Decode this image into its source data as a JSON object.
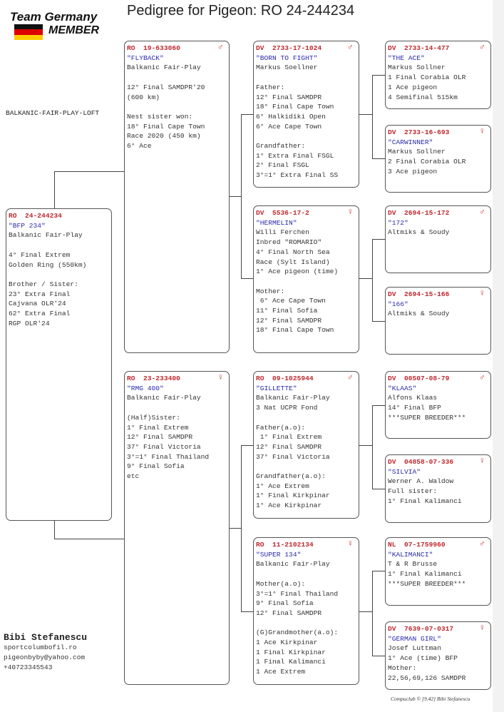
{
  "header": {
    "logo_line1": "Team Germany",
    "logo_line2": "MEMBER",
    "title": "Pedigree for Pigeon: RO  24-244234",
    "loft": "BALKANIC-FAIR-PLAY-LOFT"
  },
  "colors": {
    "ring": "#c0282e",
    "name": "#2a2ab0",
    "text": "#333333"
  },
  "pigeons": [
    {
      "ring": "RO  24-244234",
      "sex": "",
      "name": "\"BFP 234\"",
      "lines": [
        "Balkanic Fair-Play",
        "",
        "4° Final Extrem",
        "Golden Ring (550km)",
        "",
        "Brother / Sister:",
        "23° Extra Final",
        "Cajvana OLR'24",
        "62° Extra Final",
        "RGP OLR'24"
      ]
    },
    {
      "ring": "RO  19-633060",
      "sex": "♂",
      "name": "\"FLYBACK\"",
      "lines": [
        "Balkanic Fair-Play",
        "",
        "12° Final SAMDPR'20",
        "(600 km)",
        "",
        "Nest sister won:",
        "18° Final Cape Town",
        "Race 2020 (450 km)",
        "6° Ace"
      ]
    },
    {
      "ring": "RO  23-233400",
      "sex": "♀",
      "name": "\"RMG 400\"",
      "lines": [
        "Balkanic Fair-Play",
        "",
        "(Half)Sister:",
        "1° Final Extrem",
        "12° Final SAMDPR",
        "37° Final Victoria",
        "3°=1° Final Thailand",
        "9° Final Sofia",
        "etc"
      ]
    },
    {
      "ring": "DV  2733-17-1024",
      "sex": "♂",
      "name": "\"BORN TO FIGHT\"",
      "lines": [
        "Markus Soellner",
        "",
        "Father:",
        "12° Final SAMDPR",
        "18° Final Cape Town",
        "6° Halkidiki Open",
        "6° Ace Cape Town",
        "",
        "Grandfather:",
        "1° Extra Final FSGL",
        "2° Final FSGL",
        "3°=1° Extra Final SS"
      ]
    },
    {
      "ring": "DV  5536-17-2",
      "sex": "♀",
      "name": "\"HERMELIN\"",
      "lines": [
        "Willi Ferchen",
        "Inbred \"ROMARIO\"",
        "4° Final North Sea",
        "Race (Sylt Island)",
        "1° Ace pigeon (time)",
        "",
        "Mother:",
        " 6° Ace Cape Town",
        "11° Final Sofia",
        "12° Final SAMDPR",
        "18° Final Cape Town"
      ]
    },
    {
      "ring": "RO  09-1025944",
      "sex": "♂",
      "name": "\"GILLETTE\"",
      "lines": [
        "Balkanic Fair-Play",
        "3 Nat UCPR Fond",
        "",
        "Father(a.o):",
        " 1° Final Extrem",
        "12° Final SAMDPR",
        "37° Final Victoria",
        "",
        "Grandfather(a.o):",
        "1° Ace Extrem",
        "1° Final Kirkpinar",
        "1° Ace Kirkpinar"
      ]
    },
    {
      "ring": "RO  11-2102134",
      "sex": "♀",
      "name": "\"SUPER 134\"",
      "lines": [
        "Balkanic Fair-Play",
        "",
        "Mother(a.o):",
        "3°=1° Final Thailand",
        "9° Final Sofia",
        "12° Final SAMDPR",
        "",
        "(G)Grandmother(a.o):",
        "1 Ace Kirkpinar",
        "1 Final Kirkpinar",
        "1 Final Kalimanci",
        "1 Ace Extrem"
      ]
    },
    {
      "ring": "DV  2733-14-477",
      "sex": "♂",
      "name": "\"THE ACE\"",
      "lines": [
        "Markus Sollner",
        "1 Final Corabia OLR",
        "1 Ace pigeon",
        "4 Semifinal 515km"
      ]
    },
    {
      "ring": "DV  2733-16-693",
      "sex": "♀",
      "name": "\"CARWINNER\"",
      "lines": [
        "Markus Sollner",
        "2 Final Corabia OLR",
        "3 Ace pigeon"
      ]
    },
    {
      "ring": "DV  2694-15-172",
      "sex": "♂",
      "name": "\"172\"",
      "lines": [
        "Altmiks & Soudy"
      ]
    },
    {
      "ring": "DV  2694-15-166",
      "sex": "♀",
      "name": "\"166\"",
      "lines": [
        "Altmiks & Soudy"
      ]
    },
    {
      "ring": "DV  00507-08-79",
      "sex": "♂",
      "name": "\"KLAAS\"",
      "lines": [
        "Alfons Klaas",
        "14° Final BFP",
        "***SUPER BREEDER***"
      ]
    },
    {
      "ring": "DV  04858-07-336",
      "sex": "♀",
      "name": "\"SILVIA\"",
      "lines": [
        "Werner A. Waldow",
        "Full sister:",
        "1° Final Kalimanci"
      ]
    },
    {
      "ring": "NL  07-1759960",
      "sex": "♂",
      "name": "\"KALIMANCI\"",
      "lines": [
        "T & R Brusse",
        "1° Final Kalimanci",
        "***SUPER BREEDER***"
      ]
    },
    {
      "ring": "DV  7639-07-0317",
      "sex": "♀",
      "name": "\"GERMAN GIRL\"",
      "lines": [
        "Josef Luttman",
        "1° Ace (time) BFP",
        "Mother:",
        "22,56,69,126 SAMDPR"
      ]
    }
  ],
  "breeder": {
    "name": "Bibi Stefanescu",
    "website": "sportcolumbofil.ro",
    "email": "pigeonbyby@yahoo.com",
    "phone": "+40723345543"
  },
  "footer": "Compuclub © [9.42]  Bibi Stefanescu"
}
